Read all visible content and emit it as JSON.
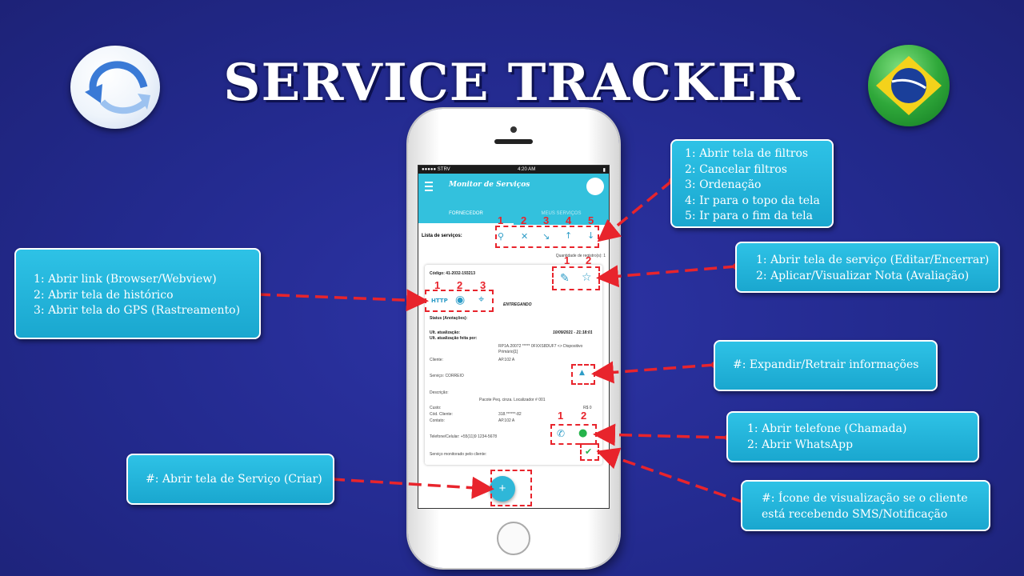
{
  "title": "SERVICE TRACKER",
  "phone": {
    "status_left": "●●●●● STRV",
    "status_time": "4:20 AM",
    "app_title": "Monitor de Serviços",
    "tabs": [
      "FORNECEDOR",
      "MEUS SERVIÇOS"
    ],
    "list_label": "Lista de serviços:",
    "count_label": "Quantidade de registro(s): 1",
    "card": {
      "codigo": "Código: 41-2032-193213",
      "http": "HTTP",
      "status_word": "ENTREGANDO",
      "status_label": "Status (Anotações):",
      "ult_atualizacao": "Ult. atualização:",
      "ult_atualizacao_value": "10/09/2021 - 21:18:01",
      "ult_feita_por": "Ult. atualização feita por:",
      "device": "RP1A.20072 ***** 0FXXS8DUF7 <> Dispositivo Primário[1]",
      "cliente_label": "Cliente:",
      "cliente_value": "AP.102 A",
      "servico": "Serviço: CORREIO",
      "descricao_label": "Descrição:",
      "descricao_value": "Pacote Peq. cinza. Localizador # 001",
      "custo_label": "Custo:",
      "custo_value": "R$ 0",
      "cod_cliente_label": "Cód. Cliente:",
      "cod_cliente_value": "318.******-82",
      "contato_label": "Contato:",
      "contato_value": "AP.102 A",
      "telefone": "Telefone/Celular: +55(11)9 1234-5678",
      "monitorado": "Serviço monitorado pelo cliente:"
    },
    "fab": "+"
  },
  "numbers": {
    "top": [
      "1",
      "2",
      "3",
      "4",
      "5"
    ],
    "left": [
      "1",
      "2",
      "3"
    ],
    "card_right": [
      "1",
      "2"
    ],
    "phone_row": [
      "1",
      "2"
    ]
  },
  "callouts": {
    "filters": [
      "1: Abrir tela de filtros",
      "2: Cancelar filtros",
      "3: Ordenação",
      "4: Ir para o topo da tela",
      "5: Ir para o fim da tela"
    ],
    "service": [
      "1: Abrir tela de serviço (Editar/Encerrar)",
      "2: Aplicar/Visualizar Nota (Avaliação)"
    ],
    "links": [
      "1: Abrir link (Browser/Webview)",
      "2: Abrir tela de histórico",
      "3: Abrir tela do GPS (Rastreamento)"
    ],
    "expand": [
      "#: Expandir/Retrair informações"
    ],
    "phone": [
      "1: Abrir telefone (Chamada)",
      "2: Abrir WhatsApp"
    ],
    "create": [
      "#: Abrir tela de Serviço (Criar)"
    ],
    "sms": [
      "#: Ícone de visualização se o cliente",
      "está recebendo SMS/Notificação"
    ]
  },
  "icons": {
    "filter_row": [
      "search-icon",
      "close-icon",
      "sort-icon",
      "arrow-up-icon",
      "arrow-down-icon"
    ],
    "card_actions": [
      "edit-icon",
      "star-icon"
    ],
    "link_actions": [
      "http-icon",
      "eye-icon",
      "location-pin-icon"
    ],
    "expand": "chevron-up-icon",
    "contact": [
      "phone-icon",
      "whatsapp-icon"
    ],
    "monitor": "check-circle-icon"
  },
  "colors": {
    "background": "#232a8e",
    "accent": "#33c1dd",
    "callout": "#1aa7cf",
    "annotation_red": "#e8242c"
  }
}
